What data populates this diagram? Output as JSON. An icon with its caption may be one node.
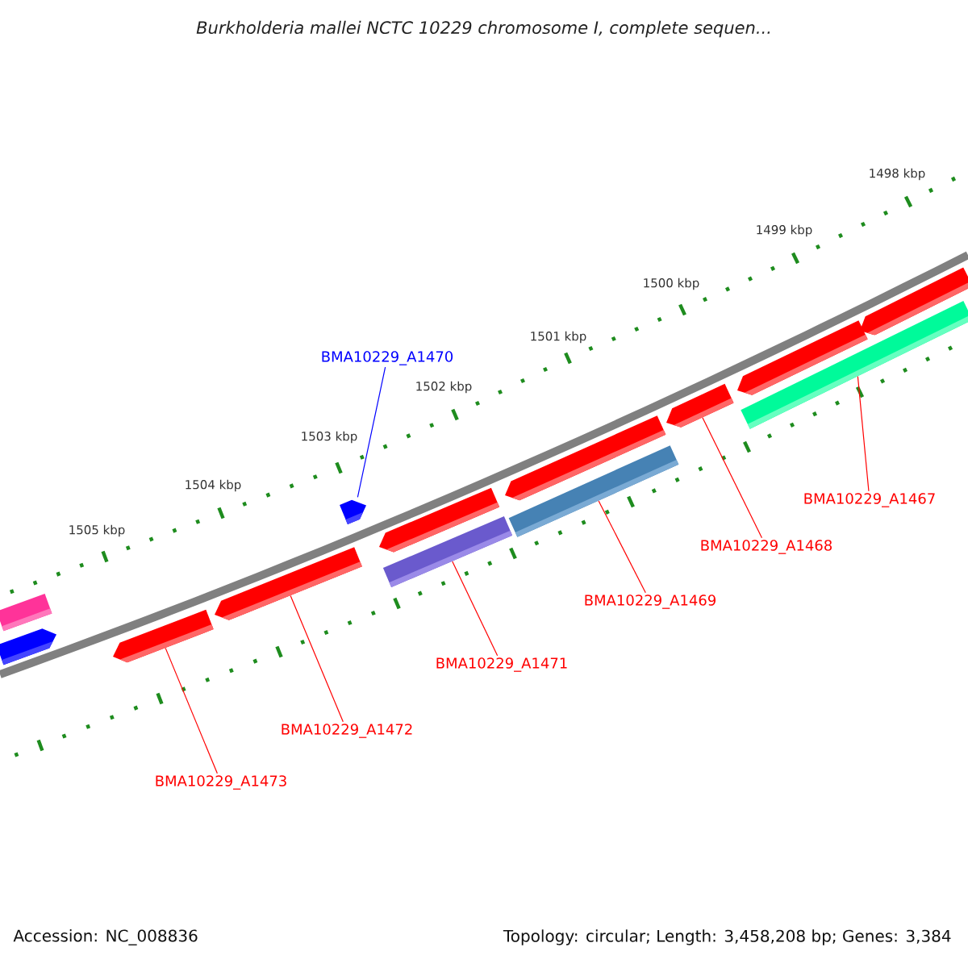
{
  "diagram": {
    "title": "*Burkholderia mallei* NCTC 10229 chromosome I, complete sequen...",
    "nodes": [
      {
        "text": [
          "BMA10229_A1470"
        ]
      },
      {
        "text": [
          "BMA10229_A1467"
        ]
      },
      {
        "text": [
          "BMA10229_A1468"
        ]
      },
      {
        "text": [
          "BMA10229_A1469"
        ]
      },
      {
        "text": [
          "BMA10229_A1471"
        ]
      },
      {
        "text": [
          "BMA10229_A1472"
        ]
      },
      {
        "text": [
          "BMA10229_A1473"
        ]
      },
      {
        "text": [],
        "shape": "bar"
      },
      {
        "text": [],
        "shape": "pentagon"
      },
      {
        "text": [],
        "shape": "pentagon"
      },
      {
        "text": [],
        "shape": "pentagon"
      },
      {
        "text": [],
        "shape": "pentagon"
      },
      {
        "text": [],
        "shape": "pentagon"
      },
      {
        "text": [],
        "shape": "bar"
      },
      {
        "text": [],
        "shape": "pentagon"
      },
      {
        "text": [],
        "shape": "bar"
      },
      {
        "text": [],
        "shape": "pentagon"
      },
      {
        "text": [],
        "shape": "pentagon"
      },
      {
        "text": [],
        "shape": "bar"
      },
      {
        "text": [],
        "shape": "pentagon"
      }
    ],
    "edges": [
      {
        "from": 0,
        "to": 11,
        "arrow": "none",
        "color": "#0000ff"
      },
      {
        "from": 1,
        "to": 18,
        "arrow": "none"
      },
      {
        "from": 2,
        "to": 16,
        "arrow": "none"
      },
      {
        "from": 3,
        "to": 15,
        "arrow": "none"
      },
      {
        "from": 4,
        "to": 13,
        "arrow": "none"
      },
      {
        "from": 5,
        "to": 10,
        "arrow": "none"
      },
      {
        "from": 6,
        "to": 9,
        "arrow": "none"
      }
    ],
    "labels": [
      "1498 kbp",
      "1499 kbp",
      "1500 kbp",
      "1501 kbp",
      "1502 kbp",
      "1503 kbp",
      "1504 kbp",
      "1505 kbp",
      "Accession: NC_008836",
      "Topology: circular; Length: 3,458,208 bp; Genes: 3,384"
    ]
  }
}
